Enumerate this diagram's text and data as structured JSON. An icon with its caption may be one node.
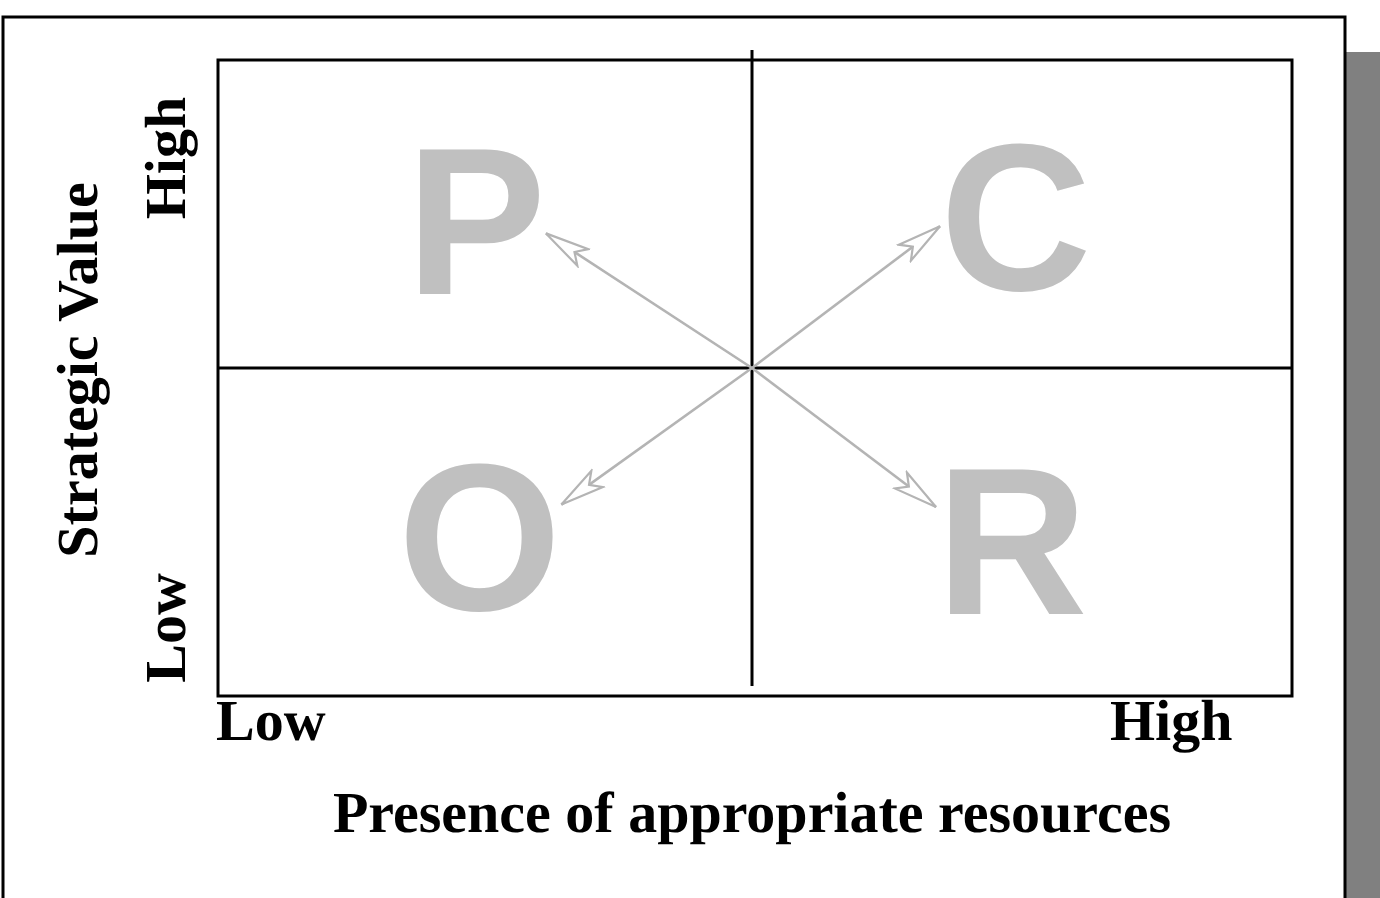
{
  "diagram": {
    "nodes": [
      {
        "text": [
          "P"
        ]
      },
      {
        "text": [
          "C"
        ]
      },
      {
        "text": [
          "O"
        ]
      },
      {
        "text": [
          "R"
        ]
      }
    ],
    "edges": [
      {
        "from": null,
        "to": 0,
        "arrow": "to"
      },
      {
        "from": null,
        "to": 1,
        "arrow": "to"
      },
      {
        "from": null,
        "to": 2,
        "arrow": "to"
      },
      {
        "from": null,
        "to": 3,
        "arrow": "to"
      }
    ],
    "labels": [
      "Strategic Value",
      "High",
      "Low",
      "Low",
      "High",
      "Presence of appropriate resources"
    ]
  }
}
